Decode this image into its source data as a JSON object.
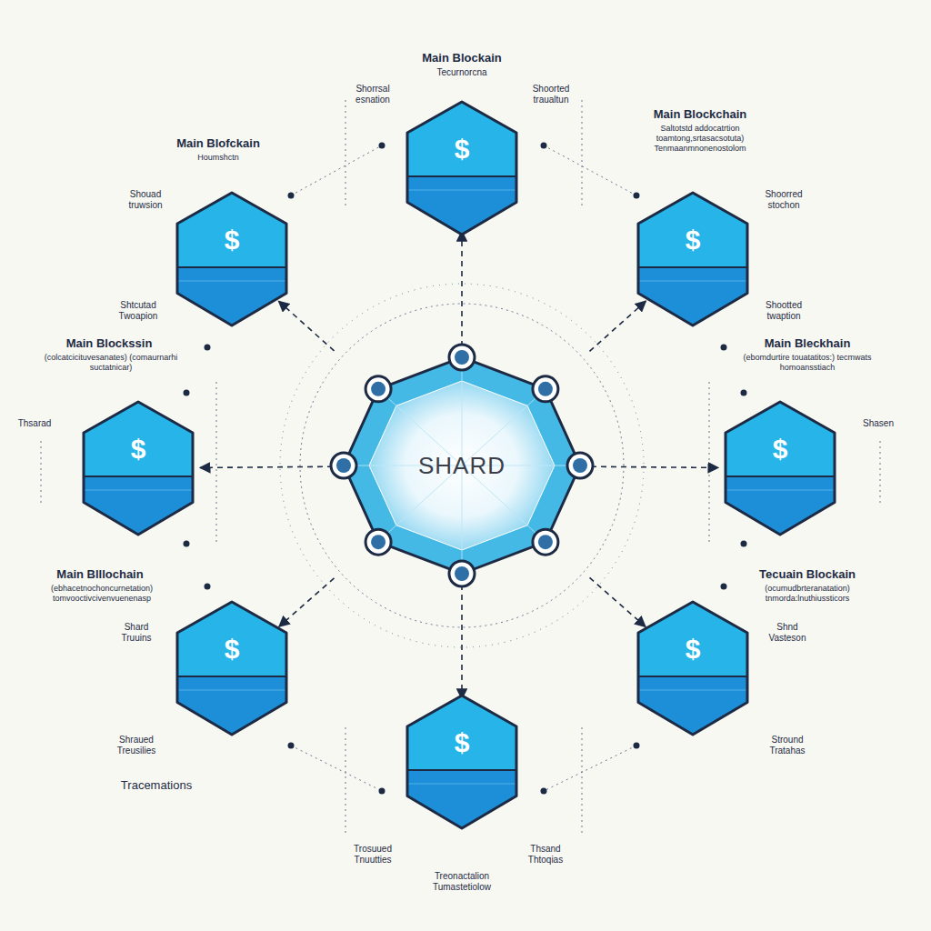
{
  "diagram": {
    "nodes": [
      {
        "text": [
          "$"
        ]
      },
      {
        "text": [
          "$"
        ]
      },
      {
        "text": [
          "$"
        ]
      },
      {
        "text": [
          "SHARD"
        ]
      },
      {
        "text": [
          "$"
        ]
      },
      {
        "text": [
          "$"
        ]
      },
      {
        "text": [
          "$"
        ]
      },
      {
        "text": [
          "$"
        ]
      },
      {
        "text": [
          "$"
        ]
      }
    ],
    "edges": [
      {
        "from": 3,
        "to": 0,
        "arrow": "to"
      },
      {
        "from": 3,
        "to": 1,
        "arrow": "to"
      },
      {
        "from": 3,
        "to": 2,
        "arrow": "to"
      },
      {
        "from": 3,
        "to": 4,
        "arrow": "to"
      },
      {
        "from": 3,
        "to": 5,
        "arrow": "to"
      },
      {
        "from": 3,
        "to": 6,
        "arrow": "to"
      },
      {
        "from": 3,
        "to": 7,
        "arrow": "to"
      },
      {
        "from": 3,
        "to": 8,
        "arrow": "to"
      }
    ],
    "labels": [
      "Main Blockain",
      "Tecurnorcna",
      "Shorrsal esnation",
      "Shoorted traualtun",
      "Main Blofckain",
      "Houmshctn",
      "Main Blockchain",
      "Saltotstd addocatrtion toamtong,srtasacsotuta) Tenmaanmnonenostolom",
      "Shouad truwsion",
      "Shoorred stochon",
      "Shtcutad Twoapion",
      "Shootted twaption",
      "Main Blockssin",
      "(colcatcicituvesanates) (comaurnarhi suctatnicar)",
      "Main Bleckhain",
      "(ebomdurtire touatatitos:) tecmwats homoansstiach",
      "Thsarad",
      "Shasen",
      "Main Blllochain",
      "(ebhacetnochoncurnetation) tomvooctivcivenvuenenasp",
      "Tecuain Blockain",
      "(ocumudbrteranatation) tnmorda:lnuthiussticors",
      "Shard Truuins",
      "Shnd Vasteson",
      "Shraued Treusilies",
      "Stround Tratahas",
      "Tracemations",
      "Trosuued Tnuutties",
      "Thsand Thtoqias",
      "Treonactalion Tumastetiolow"
    ]
  }
}
